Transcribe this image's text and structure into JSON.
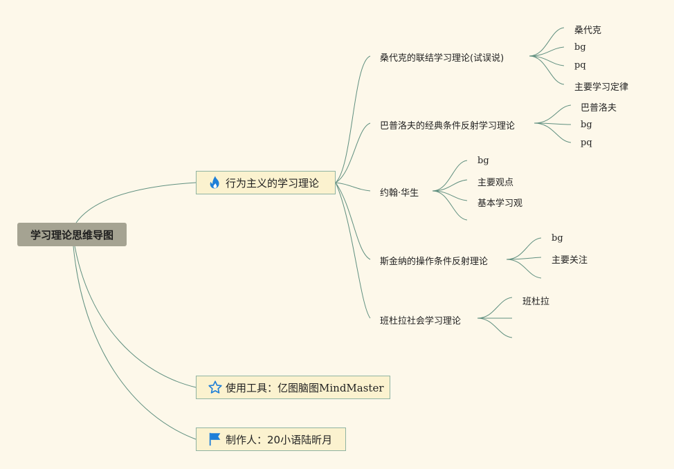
{
  "root": {
    "label": "学习理论思维导图"
  },
  "main_topics": [
    {
      "label": "行为主义的学习理论",
      "icon": "fire-icon",
      "icon_color": "#1e7fd8"
    },
    {
      "label": "使用工具：亿图脑图MindMaster",
      "icon": "star-outline-icon",
      "icon_color": "#1e7fd8"
    },
    {
      "label": "制作人：20小语陆昕月",
      "icon": "flag-icon",
      "icon_color": "#1e7fd8"
    }
  ],
  "subtopics": [
    {
      "label": "桑代克的联结学习理论(试误说)",
      "children": [
        "桑代克",
        "bg",
        "pq",
        "主要学习定律"
      ]
    },
    {
      "label": "巴普洛夫的经典条件反射学习理论",
      "children": [
        "巴普洛夫",
        "bg",
        "pq"
      ]
    },
    {
      "label": "约翰·华生",
      "children": [
        "bg",
        "主要观点",
        "基本学习观",
        ""
      ]
    },
    {
      "label": "斯金纳的操作条件反射理论",
      "children": [
        "bg",
        "主要关注",
        ""
      ]
    },
    {
      "label": "班杜拉社会学习理论",
      "children": [
        "班杜拉",
        "",
        ""
      ]
    }
  ],
  "colors": {
    "background": "#fdf8ea",
    "root_fill": "#a5a392",
    "topic_fill": "#fbf2cf",
    "topic_border": "#8fb3a2",
    "branch_line": "#5f8f7f"
  }
}
